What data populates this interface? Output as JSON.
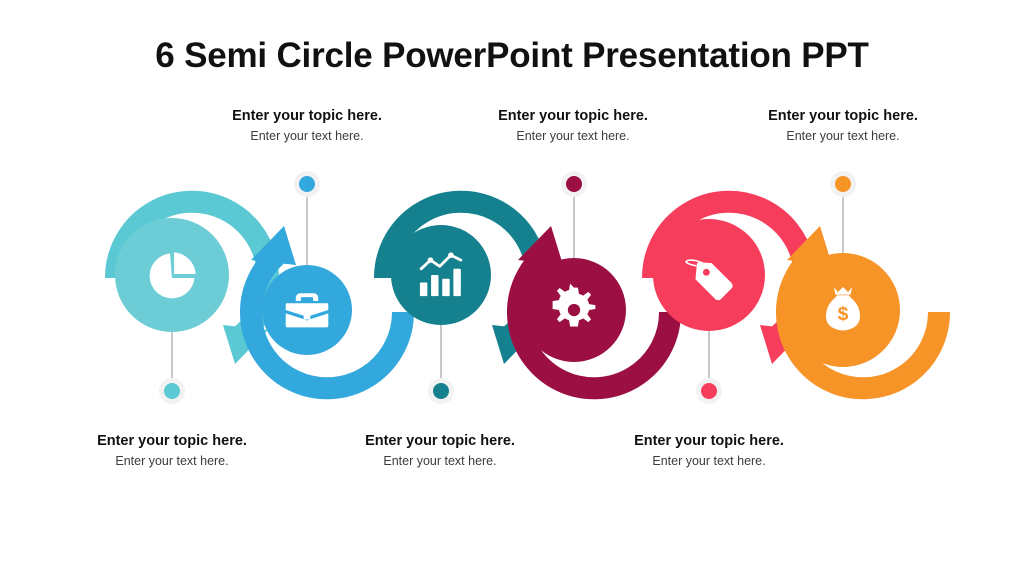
{
  "slide": {
    "title": "6 Semi Circle PowerPoint Presentation PPT",
    "background_color": "#ffffff",
    "title_color": "#111111"
  },
  "diagram": {
    "type": "semi-circle-process",
    "step_count": 6,
    "steps": [
      {
        "index": 1,
        "icon": "pie-chart-icon",
        "color": "#5bc9d3",
        "inner_color": "#6ccdd6",
        "position": "upper",
        "callout_side": "bottom",
        "topic": "Enter your topic here.",
        "desc": "Enter your text here."
      },
      {
        "index": 2,
        "icon": "briefcase-icon",
        "color": "#32a8dd",
        "inner_color": "#32a8dd",
        "position": "lower",
        "callout_side": "top",
        "topic": "Enter your topic here.",
        "desc": "Enter your text here."
      },
      {
        "index": 3,
        "icon": "bar-chart-icon",
        "color": "#15818f",
        "inner_color": "#15818f",
        "position": "upper",
        "callout_side": "bottom",
        "topic": "Enter your topic here.",
        "desc": "Enter your text here."
      },
      {
        "index": 4,
        "icon": "gear-icon",
        "color": "#9b0f43",
        "inner_color": "#9b0f43",
        "position": "lower",
        "callout_side": "top",
        "topic": "Enter your topic here.",
        "desc": "Enter your text here."
      },
      {
        "index": 5,
        "icon": "price-tag-icon",
        "color": "#f73d5c",
        "inner_color": "#f73d5c",
        "position": "upper",
        "callout_side": "bottom",
        "topic": "Enter your topic here.",
        "desc": "Enter your text here."
      },
      {
        "index": 6,
        "icon": "money-bag-icon",
        "color": "#f79428",
        "inner_color": "#f79428",
        "position": "lower",
        "callout_side": "top",
        "topic": "Enter your topic here.",
        "desc": "Enter your text here."
      }
    ],
    "connector_line_color": "#9a9a9a",
    "connector_dot_halo_color": "#f2f2f2"
  },
  "callouts": {
    "top_1": {
      "topic": "Enter your topic here.",
      "desc": "Enter your text here."
    },
    "top_3": {
      "topic": "Enter your topic here.",
      "desc": "Enter your text here."
    },
    "top_5": {
      "topic": "Enter your topic here.",
      "desc": "Enter your text here."
    },
    "bot_2": {
      "topic": "Enter your topic here.",
      "desc": "Enter your text here."
    },
    "bot_4": {
      "topic": "Enter your topic here.",
      "desc": "Enter your text here."
    },
    "bot_6": {
      "topic": "Enter your topic here.",
      "desc": "Enter your text here."
    }
  }
}
